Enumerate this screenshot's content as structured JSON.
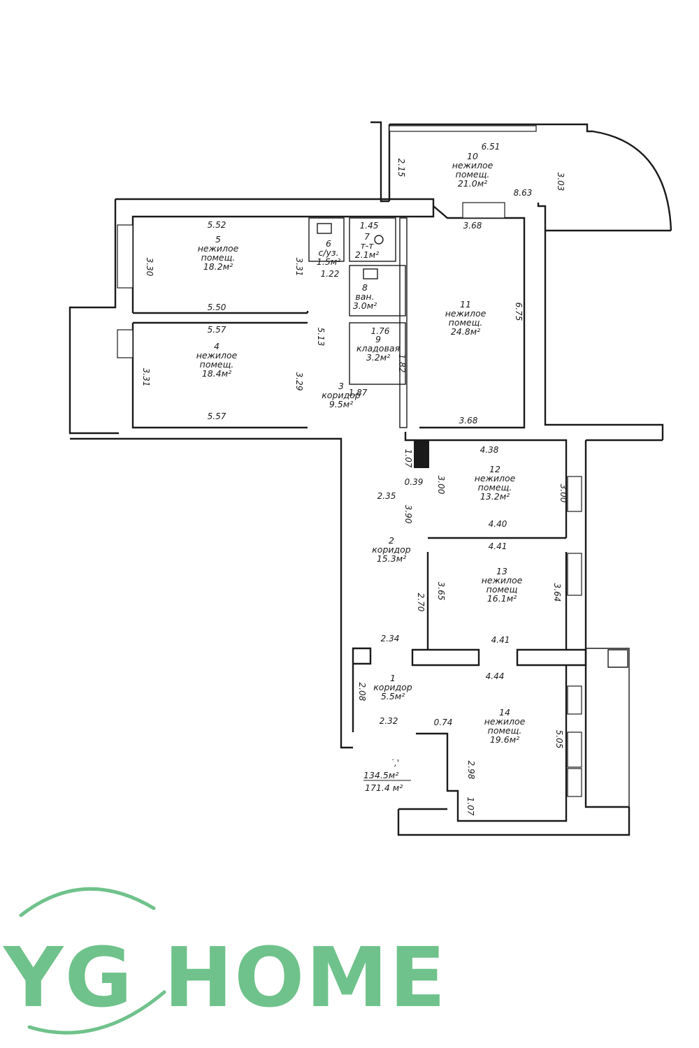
{
  "rooms": [
    {
      "id": "1",
      "lines": [
        "1",
        "коридор",
        "5.5м²"
      ]
    },
    {
      "id": "2",
      "lines": [
        "2",
        "коридор",
        "15.3м²"
      ]
    },
    {
      "id": "3",
      "lines": [
        "3",
        "коридор",
        "9.5м²"
      ]
    },
    {
      "id": "4",
      "lines": [
        "4",
        "нежилое",
        "помещ.",
        "18.4м²"
      ]
    },
    {
      "id": "5",
      "lines": [
        "5",
        "нежилое",
        "помещ.",
        "18.2м²"
      ]
    },
    {
      "id": "6",
      "lines": [
        "6",
        "с/уз.",
        "1.5м²"
      ]
    },
    {
      "id": "7",
      "lines": [
        "7",
        "т-т",
        "2.1м²"
      ]
    },
    {
      "id": "8",
      "lines": [
        "8",
        "ван.",
        "3.0м²"
      ]
    },
    {
      "id": "9",
      "lines": [
        "9",
        "кладовая",
        "3.2м²"
      ]
    },
    {
      "id": "10",
      "lines": [
        "10",
        "нежилое",
        "помещ.",
        "21.0м²"
      ]
    },
    {
      "id": "11",
      "lines": [
        "11",
        "нежилое",
        "помещ.",
        "24.8м²"
      ]
    },
    {
      "id": "12",
      "lines": [
        "12",
        "нежилое",
        "помещ.",
        "13.2м²"
      ]
    },
    {
      "id": "13",
      "lines": [
        "13",
        "нежилое",
        "помещ",
        "16.1м²"
      ]
    },
    {
      "id": "14",
      "lines": [
        "14",
        "нежилое",
        "помещ.",
        "19.6м²"
      ]
    }
  ],
  "dimensions": [
    "5.52",
    "3.30",
    "3.31",
    "5.50",
    "5.57",
    "3.31",
    "3.29",
    "5.57",
    "5.13",
    "1.45",
    "1.22",
    "1.76",
    "1.82",
    "1.87",
    "6.51",
    "2.15",
    "3.03",
    "8.63",
    "3.68",
    "6.75",
    "3.68",
    "4.38",
    "1.07",
    "0.39",
    "3.00",
    "3.00",
    "2.35",
    "3.90",
    "4.40",
    "4.41",
    "3.65",
    "2.70",
    "3.64",
    "2.34",
    "4.41",
    "4.44",
    "2.08",
    "2.32",
    "0.74",
    "2.98",
    "1.07",
    "5.05"
  ],
  "totals": {
    "marker": "˙,'",
    "living": "134.5м²",
    "total": "171.4 м²"
  },
  "logo": {
    "text": "YG HOME"
  }
}
